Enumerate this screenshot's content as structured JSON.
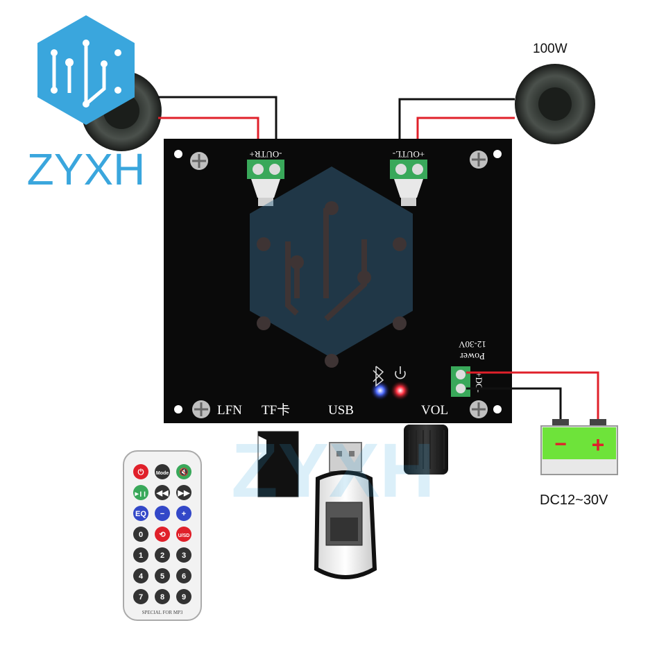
{
  "brand": {
    "name": "ZYXH",
    "watermark_text": "ZYXH",
    "accent_color": "#3aa6dd"
  },
  "speakers": {
    "right_power_label": "100W"
  },
  "board": {
    "terminal_left_label": "-OUTR+",
    "terminal_right_label": "+OUTL-",
    "power_label": "Power",
    "power_voltage_label": "12-30V",
    "power_terminal_label": "+DC-",
    "port_labels": {
      "lfn": "LFN",
      "tf": "TF卡",
      "usb": "USB",
      "vol": "VOL"
    },
    "indicators": [
      {
        "icon": "bluetooth-icon",
        "color": "#2a4bff"
      },
      {
        "icon": "power-icon",
        "color": "#ff2030"
      }
    ],
    "board_color": "#0a0a0a"
  },
  "battery": {
    "minus": "−",
    "plus": "+",
    "label": "DC12~30V",
    "color": "#6ee33a"
  },
  "remote": {
    "rows": [
      [
        "⏻",
        "Mode",
        "🔇"
      ],
      [
        "▶❙❙",
        "◀◀",
        "▶▶"
      ],
      [
        "EQ",
        "−",
        "+"
      ],
      [
        "0",
        "⟲",
        "U/SD"
      ],
      [
        "1",
        "2",
        "3"
      ],
      [
        "4",
        "5",
        "6"
      ],
      [
        "7",
        "8",
        "9"
      ]
    ],
    "footer": "SPECIAL FOR MP3"
  }
}
